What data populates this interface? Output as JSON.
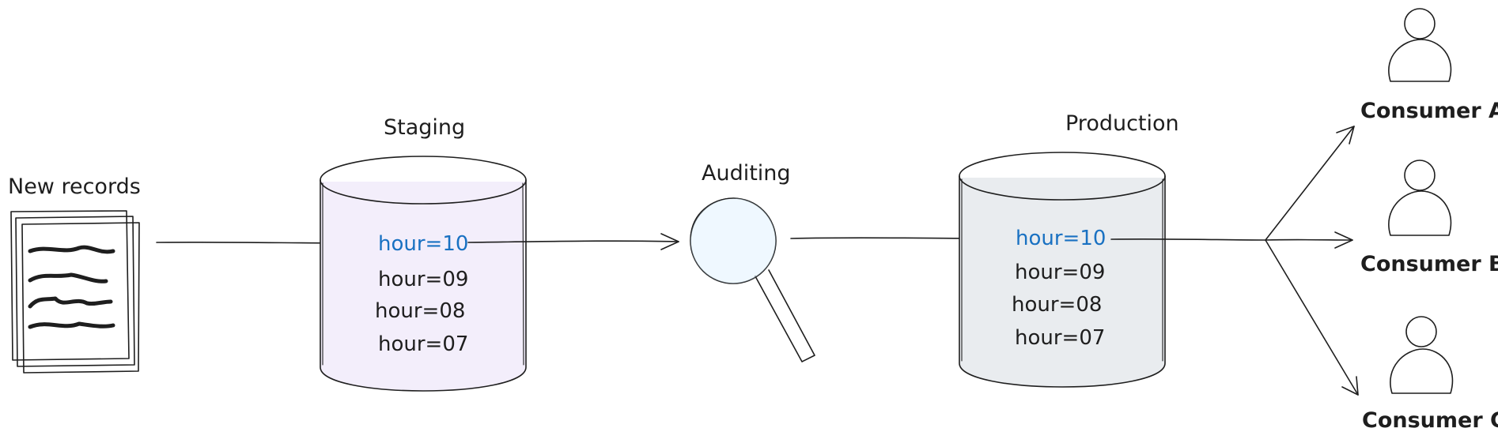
{
  "source": {
    "label": "New records"
  },
  "staging": {
    "label": "Staging",
    "partitions": [
      "hour=10",
      "hour=09",
      "hour=08",
      "hour=07"
    ]
  },
  "audit": {
    "label": "Auditing"
  },
  "production": {
    "label": "Production",
    "partitions": [
      "hour=10",
      "hour=09",
      "hour=08",
      "hour=07"
    ]
  },
  "consumers": [
    {
      "label": "Consumer A",
      "color": "#a5d8ff"
    },
    {
      "label": "Consumer B",
      "color": "#b2f2bb"
    },
    {
      "label": "Consumer C",
      "color": "#ffc9c9"
    }
  ],
  "colors": {
    "highlight": "#1971c2",
    "staging_fill": "#f3eefb",
    "production_fill": "#e9ecef",
    "magnifier_fill": "#d0ebff"
  },
  "icons": [
    "document-stack-icon",
    "magnifying-glass-icon",
    "person-icon"
  ]
}
